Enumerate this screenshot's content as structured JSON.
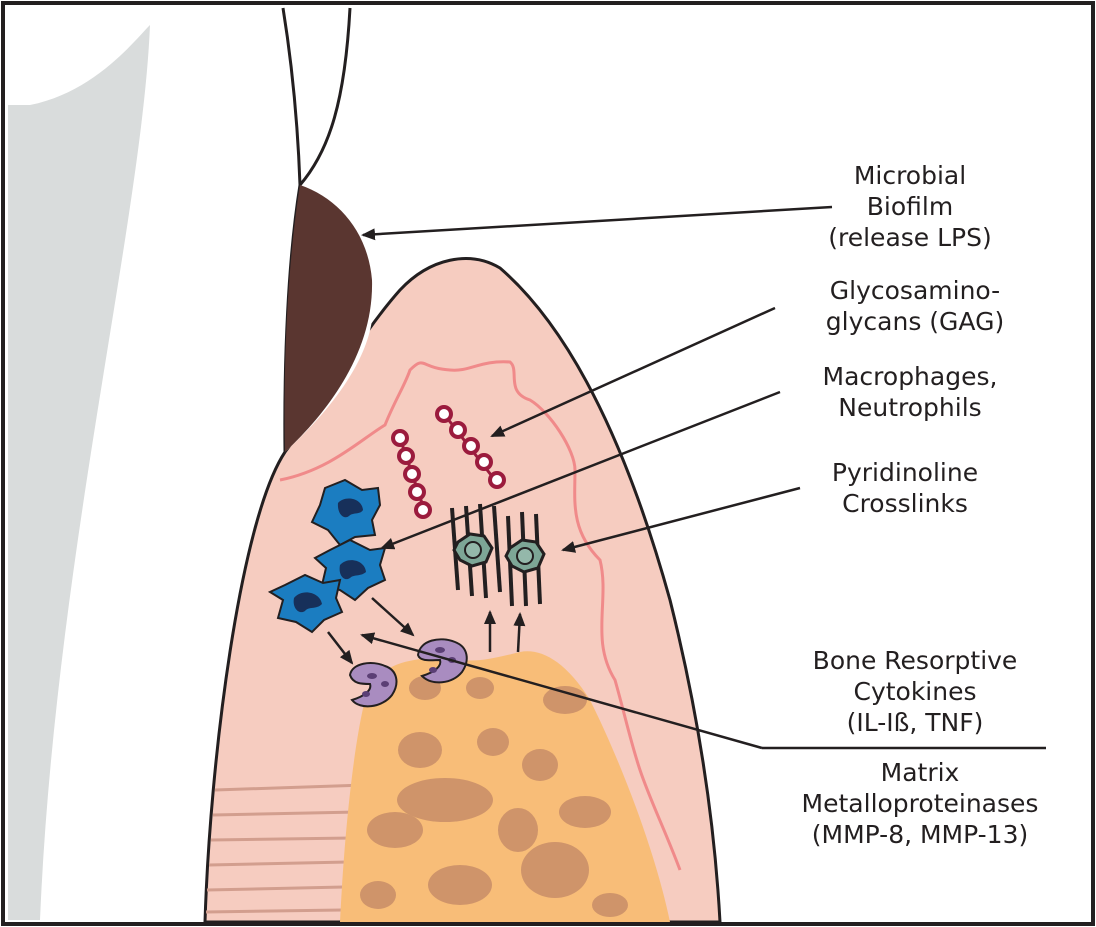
{
  "labels": {
    "biofilm": [
      "Microbial",
      "Biofilm",
      "(release LPS)"
    ],
    "gag": [
      "Glycosamino-",
      "glycans (GAG)"
    ],
    "macrophages": [
      "Macrophages,",
      "Neutrophils"
    ],
    "pyridinoline": [
      "Pyridinoline",
      "Crosslinks"
    ],
    "cytokines": [
      "Bone Resorptive",
      "Cytokines",
      "(IL-Iß, TNF)"
    ],
    "mmp": [
      "Matrix",
      "Metalloproteinases",
      "(MMP-8, MMP-13)"
    ]
  },
  "colors": {
    "background": "#ffffff",
    "tooth_shadow": "#d9dcdc",
    "biofilm": "#5a3630",
    "gingiva": "#f6ccc0",
    "gingiva_line": "#f08a8a",
    "bone": "#f8bd78",
    "bone_marrow": "#cf946a",
    "gag": "#9b1b3d",
    "macrophage": "#1b7dc1",
    "macrophage_nucleus": "#17305a",
    "osteoclast": "#a98cc0",
    "crosslink": "#7da696",
    "outline": "#231f20"
  }
}
